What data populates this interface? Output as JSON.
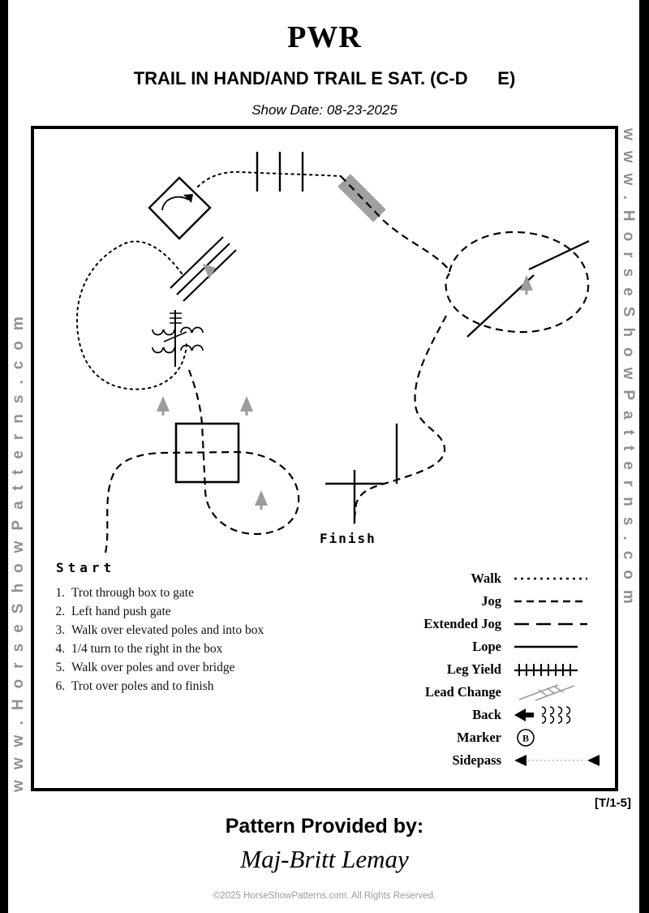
{
  "page": {
    "title": "PWR",
    "subtitle": "TRAIL IN HAND/AND TRAIL E SAT. (C-D      E)",
    "show_date": "Show Date: 08-23-2025",
    "watermark": "www.HorseShowPatterns.com",
    "pattern_code": "[T/1-5]",
    "provided_by_label": "Pattern Provided by:",
    "provided_by_name": "Maj-Britt Lemay",
    "copyright": "©2025 HorseShowPatterns.com. All Rights Reserved."
  },
  "course": {
    "start_label": "Start",
    "finish_label": "Finish"
  },
  "instructions": [
    "Trot through box to gate",
    "Left hand push gate",
    "Walk over elevated poles and into box",
    "1/4 turn to the right in the box",
    "Walk over poles and over bridge",
    "Trot over poles and to finish"
  ],
  "legend": {
    "marker_letter": "B",
    "items": [
      {
        "label": "Walk",
        "symbol": "dotted-line"
      },
      {
        "label": "Jog",
        "symbol": "dashed-line"
      },
      {
        "label": "Extended Jog",
        "symbol": "long-dash-line"
      },
      {
        "label": "Lope",
        "symbol": "solid-line"
      },
      {
        "label": "Leg Yield",
        "symbol": "hatched-line"
      },
      {
        "label": "Lead Change",
        "symbol": "crossed-diagonals"
      },
      {
        "label": "Back",
        "symbol": "arrow-with-curls"
      },
      {
        "label": "Marker",
        "symbol": "circled-letter"
      },
      {
        "label": "Sidepass",
        "symbol": "double-arrow-dotted-line"
      }
    ]
  },
  "colors": {
    "ink": "#000000",
    "gray_obstacle": "#a0a0a0",
    "gray_tree": "#9c9c9c",
    "watermark_gray": "#8f8f8f"
  }
}
